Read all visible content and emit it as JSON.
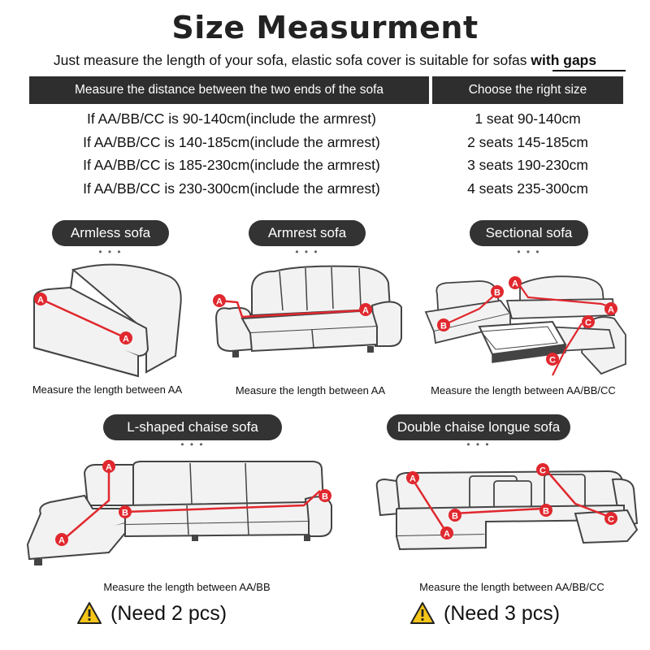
{
  "title": "Size Measurment",
  "subtitle": {
    "text": "Just measure the length of your sofa, elastic sofa cover is suitable for sofas ",
    "emphasis": "with gaps"
  },
  "table": {
    "header_left": "Measure the distance between the two ends of the sofa",
    "header_right": "Choose the right size",
    "rows": [
      {
        "measure": "If AA/BB/CC is 90-140cm(include the armrest)",
        "size": "1 seat 90-140cm"
      },
      {
        "measure": "If AA/BB/CC is 140-185cm(include the armrest)",
        "size": "2 seats 145-185cm"
      },
      {
        "measure": "If AA/BB/CC is 185-230cm(include the armrest)",
        "size": "3 seats 190-230cm"
      },
      {
        "measure": "If AA/BB/CC is 230-300cm(include the armrest)",
        "size": "4 seats 235-300cm"
      }
    ]
  },
  "sofa_types": [
    {
      "label": "Armless sofa",
      "dots": "• • •",
      "caption": "Measure the length between AA"
    },
    {
      "label": "Armrest sofa",
      "dots": "• • •",
      "caption": "Measure the length between AA"
    },
    {
      "label": "Sectional sofa",
      "dots": "• • •",
      "caption": "Measure the length between AA/BB/CC"
    },
    {
      "label": "L-shaped chaise sofa",
      "dots": "• • •",
      "caption": "Measure the length between AA/BB"
    },
    {
      "label": "Double chaise longue sofa",
      "dots": "• • •",
      "caption": "Measure the length between AA/BB/CC"
    }
  ],
  "markers": {
    "a": "A",
    "b": "B",
    "c": "C"
  },
  "needs": [
    {
      "text": "(Need 2 pcs)",
      "icon": "warning-icon"
    },
    {
      "text": "(Need 3 pcs)",
      "icon": "warning-icon"
    }
  ],
  "colors": {
    "accent_red": "#e0282e",
    "dark": "#2e2e2e",
    "warning_yellow": "#f5c518",
    "sofa_fill": "#f2f2f2",
    "sofa_stroke": "#444444"
  }
}
